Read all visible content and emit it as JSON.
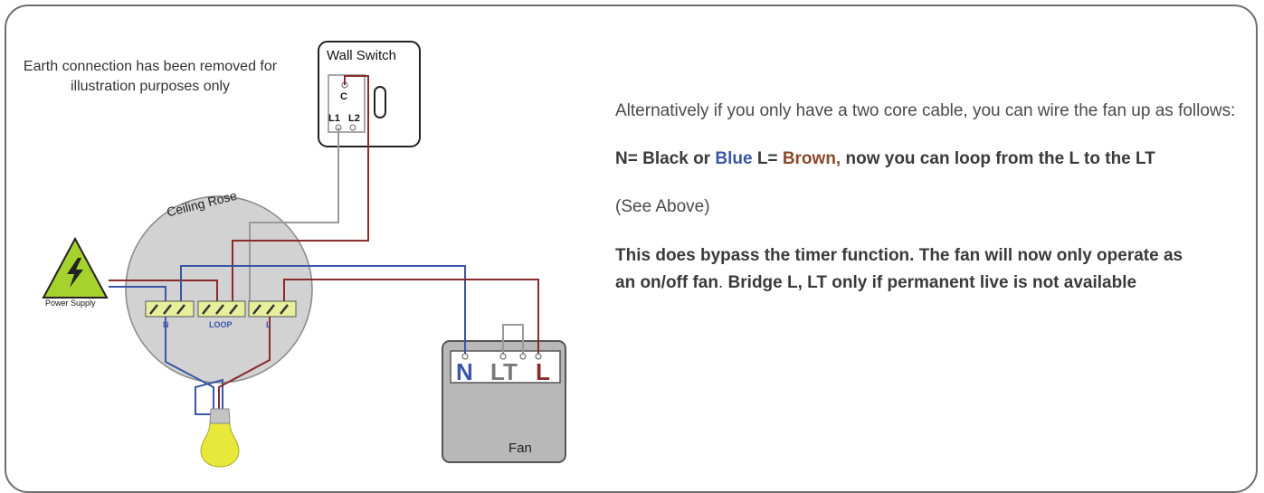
{
  "note": "Earth connection has been removed for illustration purposes only",
  "switch": {
    "title": "Wall Switch",
    "common": "C",
    "l1": "L1",
    "l2": "L2"
  },
  "rose": {
    "title": "Ceiling Rose",
    "term_n": "N",
    "term_loop": "LOOP",
    "term_l": "L"
  },
  "supply": {
    "label": "Power Supply",
    "icon": "lightning-icon"
  },
  "fan": {
    "label": "Fan",
    "term_n": "N",
    "term_lt": "LT",
    "term_l": "L"
  },
  "text": {
    "intro": "Alternatively if you only have a two core cable, you can wire the fan up as follows:",
    "map_n": " N= Black or ",
    "map_blue": "Blue",
    "map_l": "  L= ",
    "map_brown": "Brown,",
    "map_rest": " now you can loop from the L to the LT",
    "see_above": "(See Above)",
    "warn_1": "This does bypass the timer function. The fan will now only operate as an on/off fan",
    "warn_dot": ".",
    "warn_2": " Bridge L, LT only if permanent live is not available"
  },
  "colors": {
    "brown": "#8a2b2b",
    "blue": "#3a56a6",
    "grey": "#9a9a9a",
    "bulb": "#e8e83a",
    "terminal": "#e8ef9a",
    "supply": "#a6d22e"
  }
}
